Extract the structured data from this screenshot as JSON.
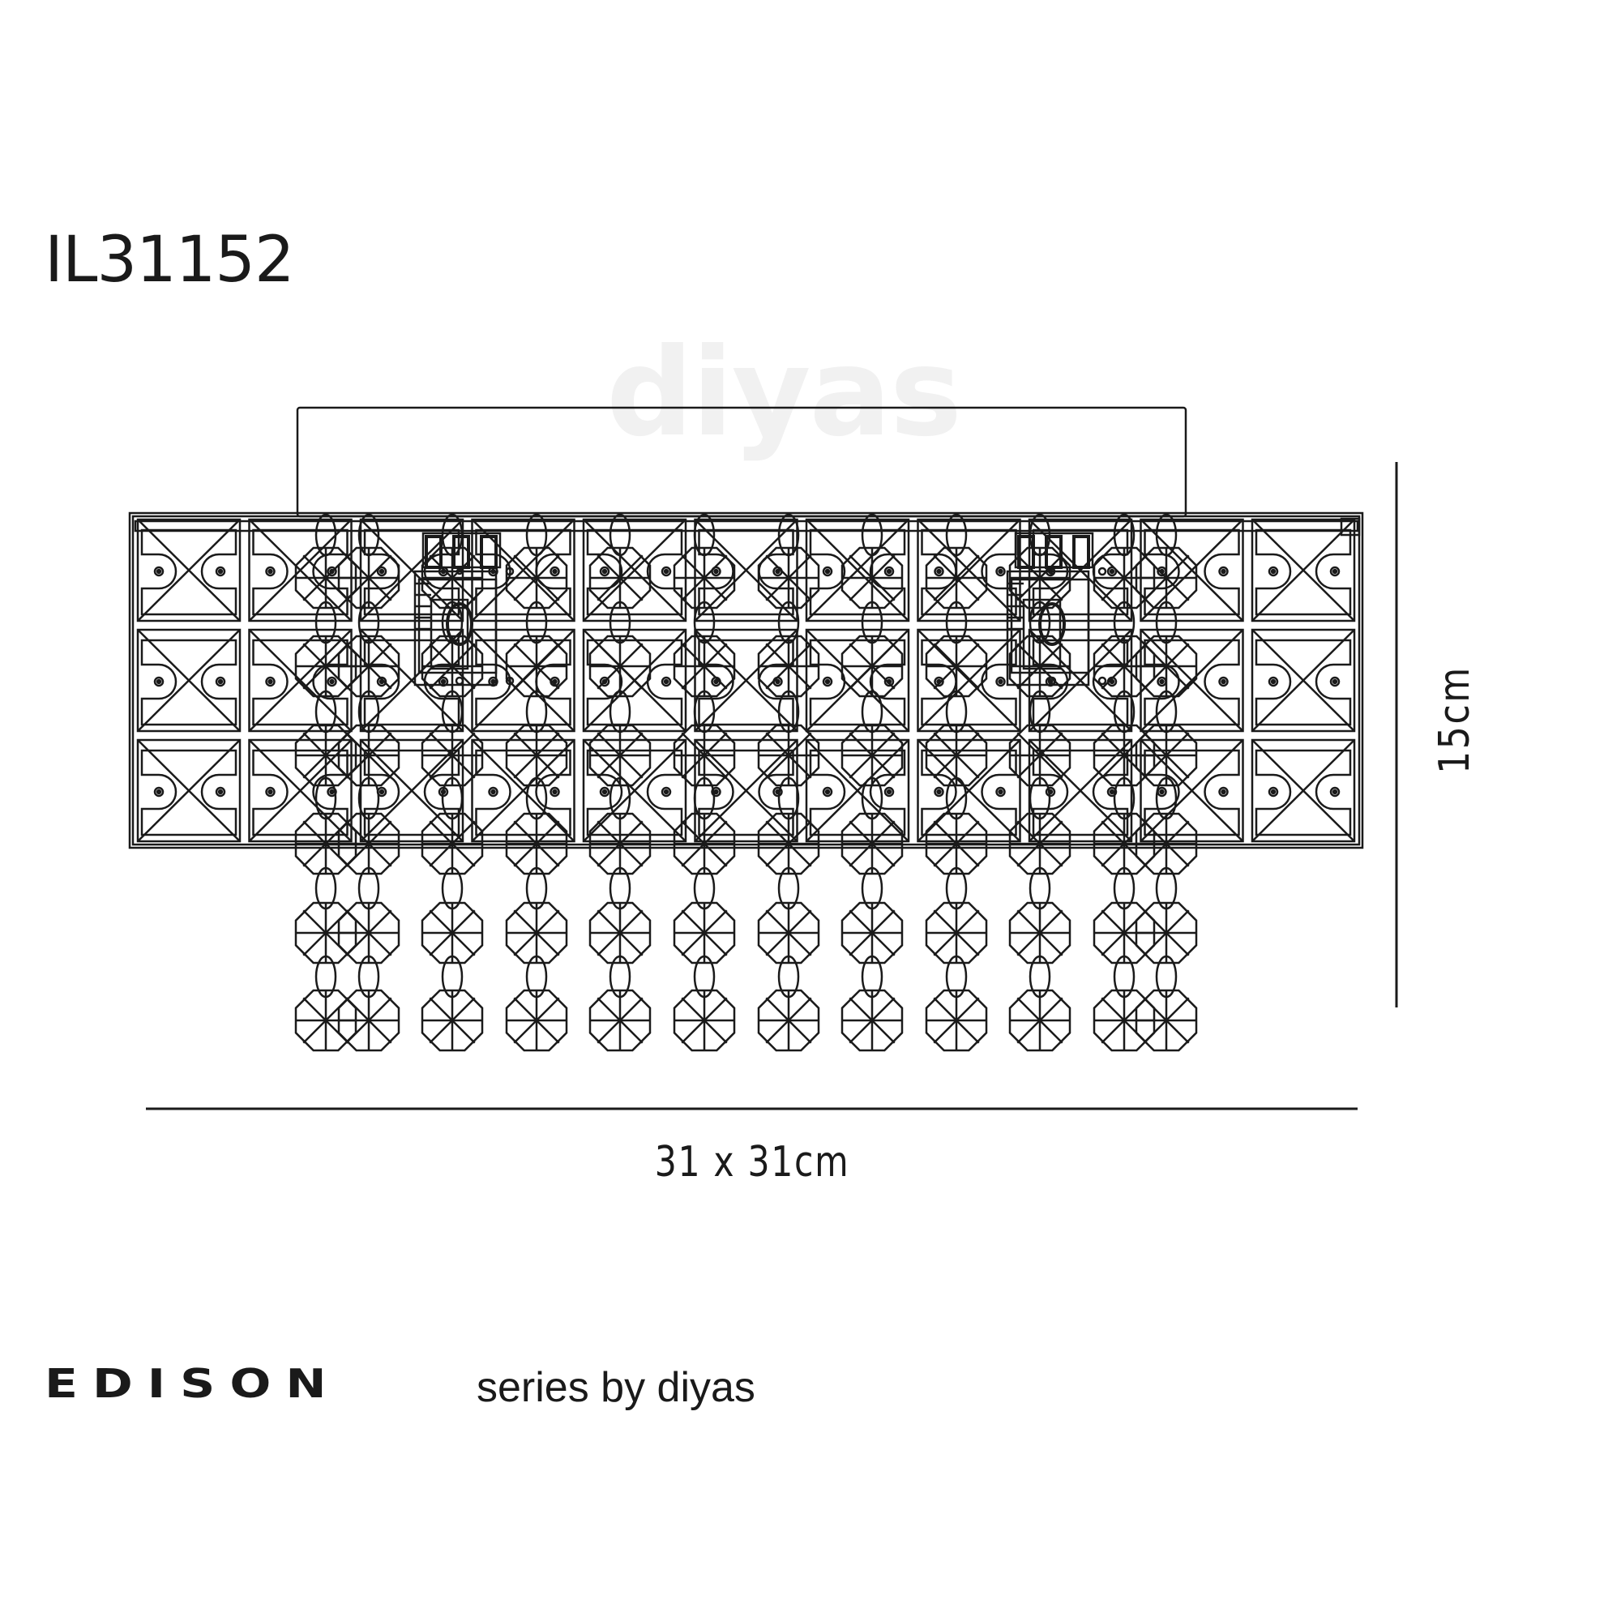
{
  "header": {
    "product_code": "IL31152"
  },
  "watermark": {
    "text": "diyas",
    "color": "#f1f1f1"
  },
  "drawing": {
    "subject": "ceiling light technical line drawing",
    "tile_columns": 11,
    "tile_rows": 3,
    "crystal_strands": 12,
    "bulb_holders": 2,
    "line_color": "#1a1a1a"
  },
  "dimensions": {
    "width_label": "31 x 31cm",
    "height_label": "15cm"
  },
  "footer": {
    "series_name": "EDISON",
    "byline": "series by diyas"
  }
}
